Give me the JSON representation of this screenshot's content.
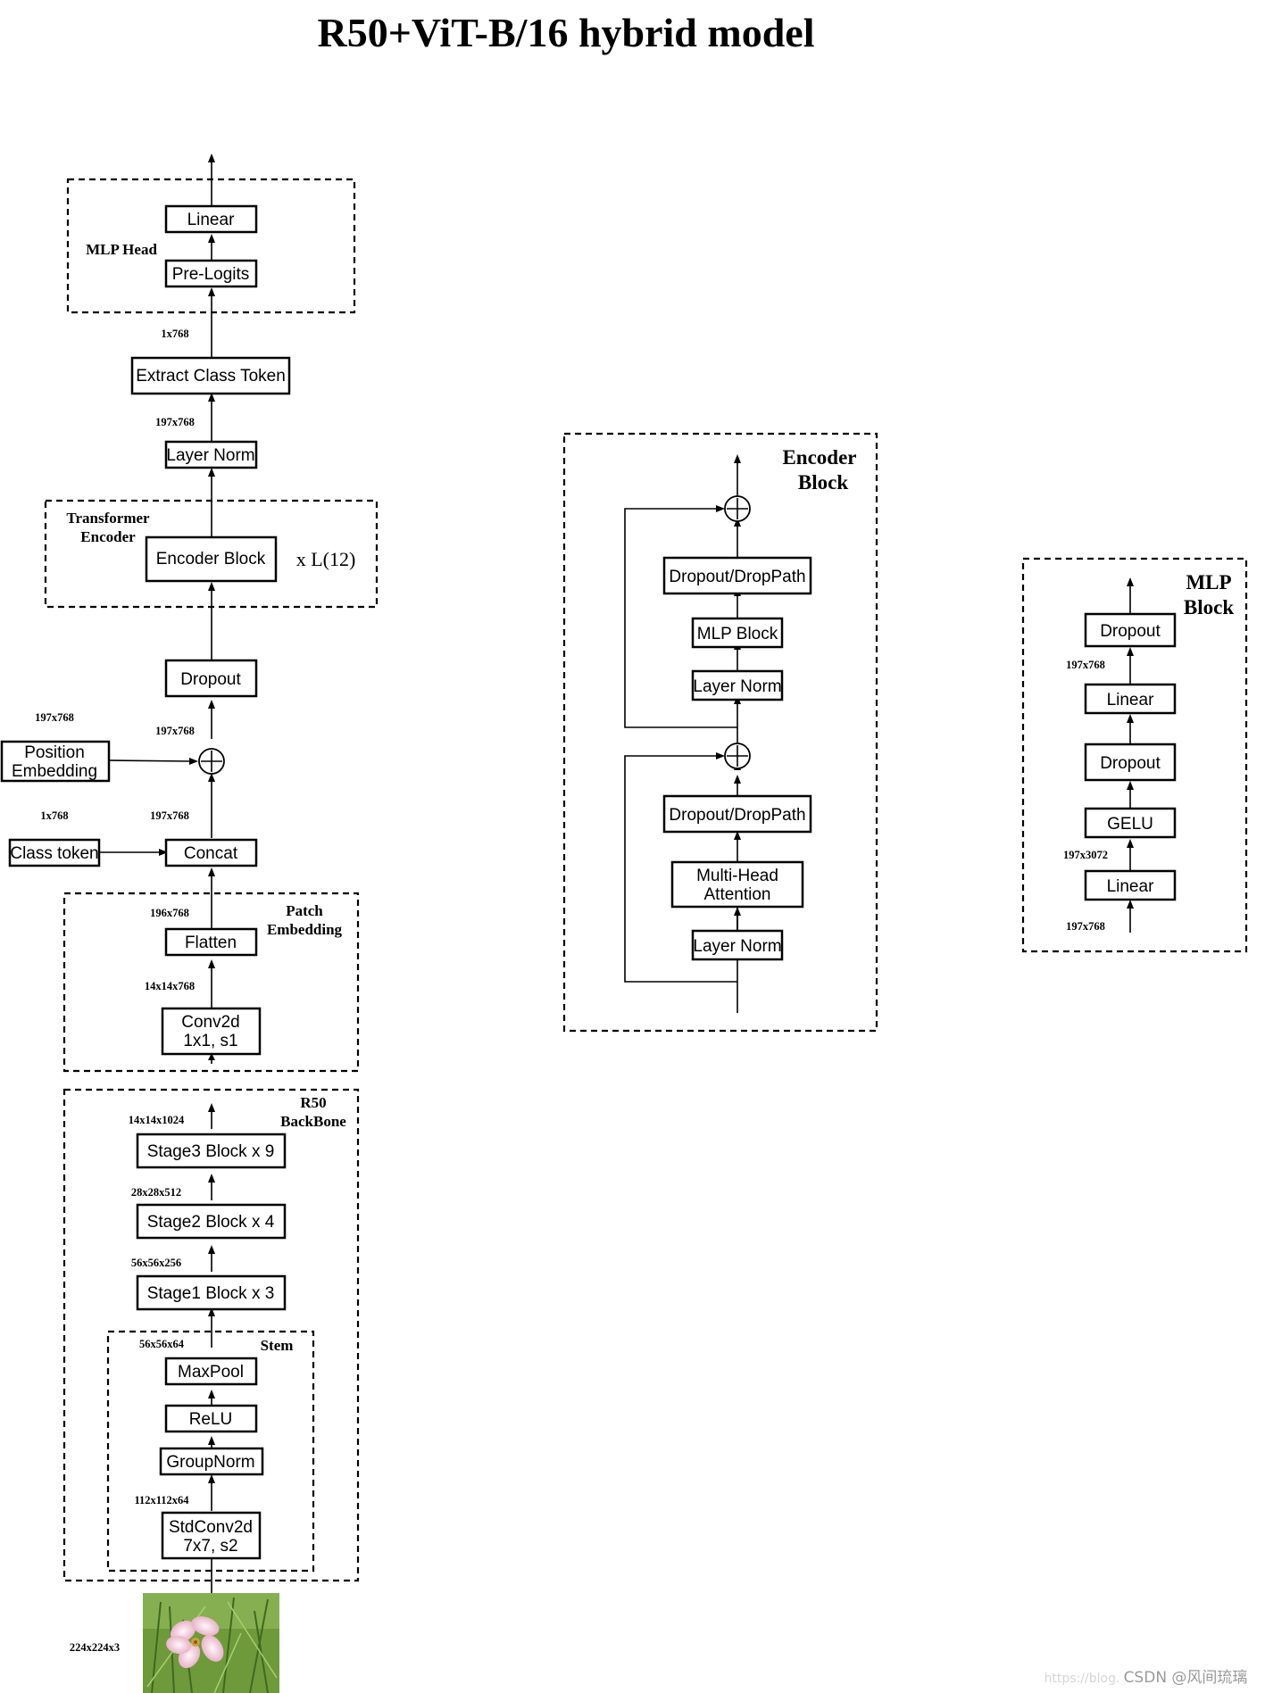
{
  "title": "R50+ViT-B/16 hybrid model",
  "main_column": {
    "mlp_head": {
      "group_label": "MLP Head",
      "linear": "Linear",
      "pre_logits": "Pre-Logits"
    },
    "dim_1x768": "1x768",
    "extract_class_token": "Extract Class Token",
    "dim_197x768_a": "197x768",
    "layer_norm": "Layer Norm",
    "transformer_encoder": {
      "group_label_line1": "Transformer",
      "group_label_line2": "Encoder",
      "encoder_block": "Encoder Block",
      "repeat": "x L(12)"
    },
    "dropout": "Dropout",
    "dim_197x768_b": "197x768",
    "dim_197x768_pos": "197x768",
    "position_embedding": {
      "line1": "Position",
      "line2": "Embedding"
    },
    "dim_1x768_cls": "1x768",
    "dim_197x768_c": "197x768",
    "class_token": "Class token",
    "concat": "Concat",
    "patch_embedding": {
      "group_label_line1": "Patch",
      "group_label_line2": "Embedding",
      "dim_flatten": "196x768",
      "flatten": "Flatten",
      "dim_conv": "14x14x768",
      "conv_line1": "Conv2d",
      "conv_line2": "1x1, s1"
    },
    "r50_backbone": {
      "group_label_line1": "R50",
      "group_label_line2": "BackBone",
      "dim_stage3": "14x14x1024",
      "stage3": "Stage3 Block x 9",
      "dim_stage2": "28x28x512",
      "stage2": "Stage2 Block x 4",
      "dim_stage1": "56x56x256",
      "stage1": "Stage1 Block x 3"
    },
    "stem": {
      "group_label": "Stem",
      "dim_maxpool": "56x56x64",
      "maxpool": "MaxPool",
      "relu": "ReLU",
      "groupnorm": "GroupNorm",
      "dim_conv": "112x112x64",
      "conv_line1": "StdConv2d",
      "conv_line2": "7x7, s2"
    },
    "dim_input": "224x224x3"
  },
  "encoder_block_detail": {
    "group_label_line1": "Encoder",
    "group_label_line2": "Block",
    "dropout_droppath_top": "Dropout/DropPath",
    "mlp_block": "MLP Block",
    "layer_norm_top": "Layer Norm",
    "dropout_droppath_bottom": "Dropout/DropPath",
    "mha_line1": "Multi-Head",
    "mha_line2": "Attention",
    "layer_norm_bottom": "Layer Norm"
  },
  "mlp_block_detail": {
    "group_label_line1": "MLP",
    "group_label_line2": "Block",
    "dropout_top": "Dropout",
    "dim_top": "197x768",
    "linear_top": "Linear",
    "dropout_mid": "Dropout",
    "gelu": "GELU",
    "dim_mid": "197x3072",
    "linear_bottom": "Linear",
    "dim_bottom": "197x768"
  },
  "watermark": {
    "faint": "https://blog.",
    "main": "CSDN @风间琉璃"
  },
  "colors": {
    "ink": "#000000",
    "background": "#ffffff",
    "watermark": "#9a9a9a"
  }
}
